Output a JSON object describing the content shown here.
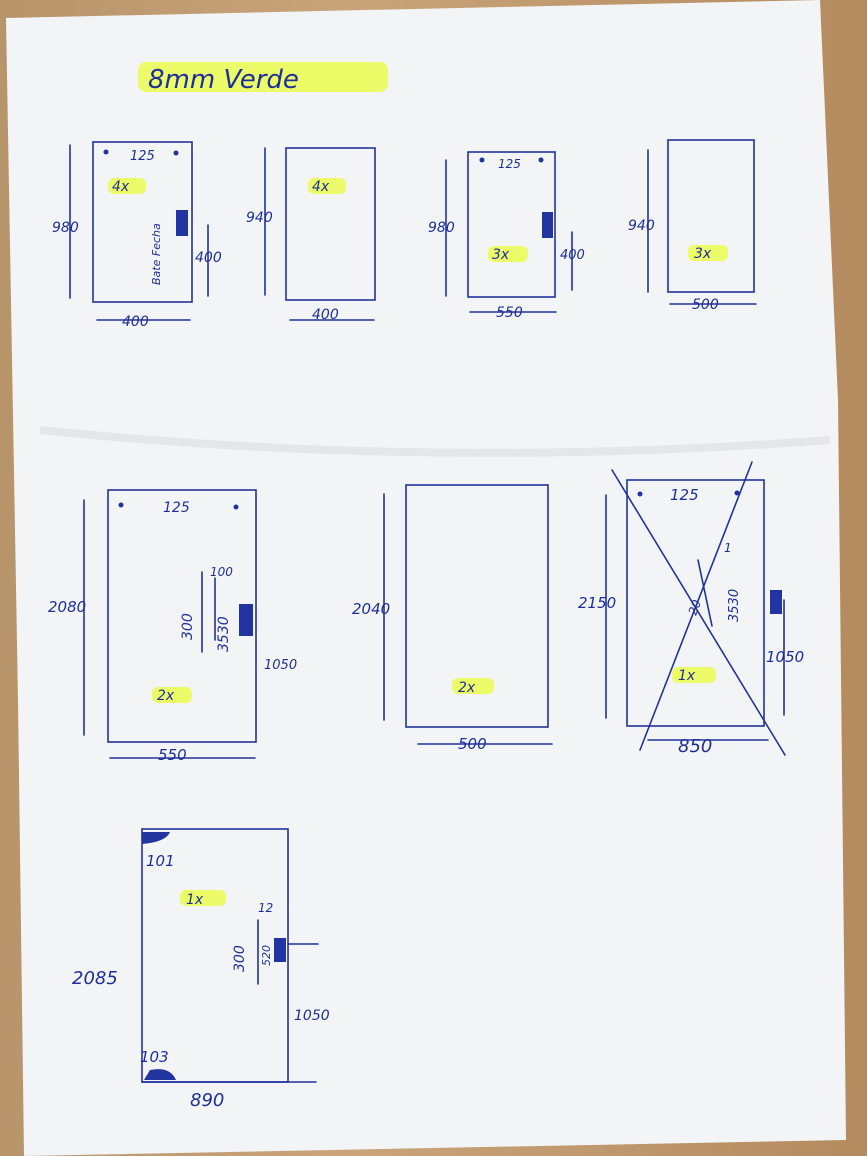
{
  "title": "8mm Verde",
  "colors": {
    "ink": "#1f2f9a",
    "highlight": "#e9ff3a",
    "paper": "#f4f5f7"
  },
  "panels": [
    {
      "id": "p1",
      "height": "980",
      "width": "400",
      "top": "125",
      "hinge": "400",
      "qty": "4x",
      "note": "Bate Fecha"
    },
    {
      "id": "p2",
      "height": "940",
      "width": "400",
      "qty": "4x"
    },
    {
      "id": "p3",
      "height": "980",
      "width": "550",
      "top": "125",
      "hinge": "400",
      "qty": "3x"
    },
    {
      "id": "p4",
      "height": "940",
      "width": "500",
      "qty": "3x"
    },
    {
      "id": "p5",
      "height": "2080",
      "width": "550",
      "top": "125",
      "dim_a": "100",
      "dim_b": "300",
      "dim_c": "3530",
      "hinge": "1050",
      "qty": "2x"
    },
    {
      "id": "p6",
      "height": "2040",
      "width": "500",
      "qty": "2x"
    },
    {
      "id": "p7",
      "height": "2150",
      "width": "850",
      "top": "125",
      "dim_a": "1",
      "dim_b": "20",
      "dim_c": "3530",
      "hinge": "1050",
      "qty": "1x"
    },
    {
      "id": "p8",
      "height": "2085",
      "width": "890",
      "corner_top": "101",
      "corner_bottom": "103",
      "dim_a": "12",
      "dim_b": "300",
      "dim_c": "520",
      "hinge": "1050",
      "qty": "1x"
    }
  ]
}
